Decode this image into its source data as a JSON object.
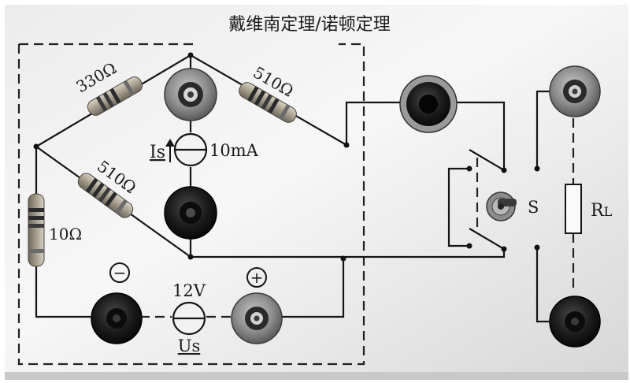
{
  "board": {
    "title": "戴维南定理/诺顿定理",
    "panel_colors": {
      "light": "#f4f4f4",
      "mid": "#dcdcdc",
      "shadow": "#b8b8b8"
    }
  },
  "resistors": {
    "r1": "330Ω",
    "r2": "510Ω",
    "r3": "510Ω",
    "r4": "10Ω",
    "load": "R",
    "load_sub": "L"
  },
  "current_source": {
    "name": "Is",
    "value": "10mA"
  },
  "voltage_source": {
    "name": "Us",
    "value": "12V",
    "minus": "−",
    "plus": "+"
  },
  "switch": {
    "label": "S"
  },
  "jack_colors": {
    "red": "#8e8e8e",
    "black": "#1c1c1c"
  }
}
